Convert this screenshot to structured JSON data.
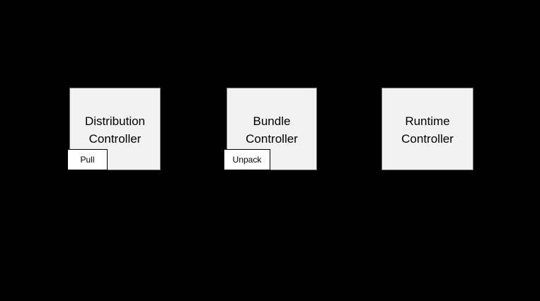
{
  "canvas": {
    "background_color": "#000000"
  },
  "diagram": {
    "colors": {
      "background": "#000000",
      "node-fill": "#f2f2f2",
      "node-border": "#666666",
      "node-text": "#000000",
      "badge-fill": "#ffffff",
      "badge-border": "#000000",
      "badge-text": "#000000"
    },
    "nodes": [
      {
        "label": "Distribution\nController",
        "badge": "Pull"
      },
      {
        "label": "Bundle\nController",
        "badge": "Unpack"
      },
      {
        "label": "Runtime\nController"
      }
    ]
  }
}
